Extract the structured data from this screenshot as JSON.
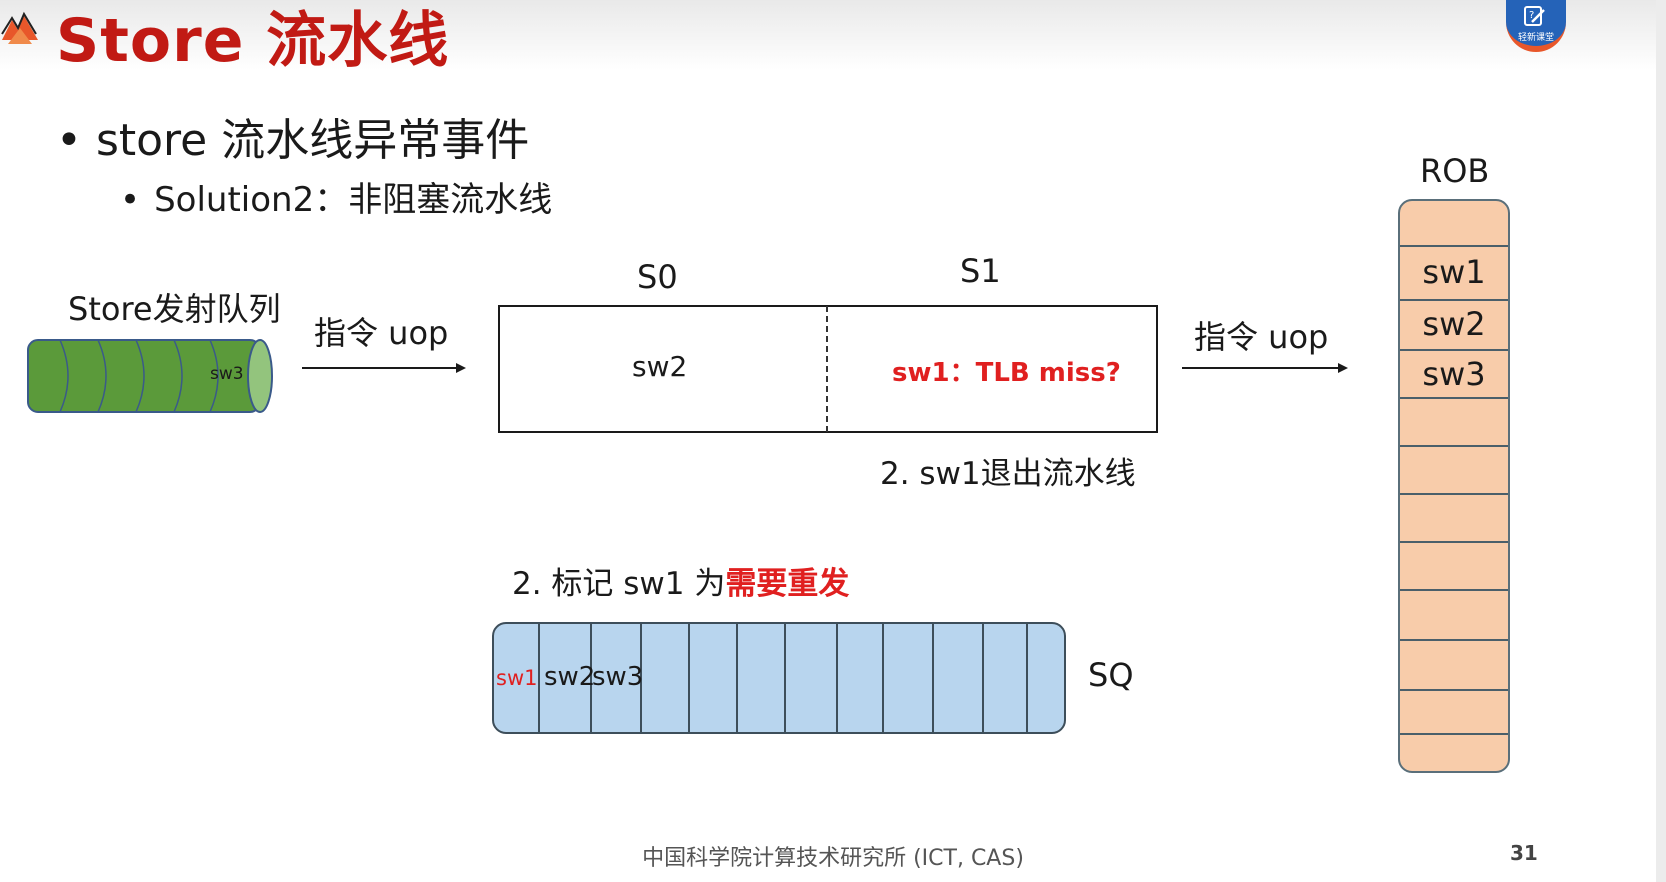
{
  "slide": {
    "title": "Store 流水线",
    "bullet1": "store 流水线异常事件",
    "bullet2": "Solution2：非阻塞流水线",
    "badge_text": "轻新课堂"
  },
  "issue_queue": {
    "label": "Store发射队列",
    "entry": "sw3"
  },
  "arrow_left_label": "指令 uop",
  "arrow_right_label": "指令 uop",
  "pipeline": {
    "stage0": {
      "name": "S0",
      "content": "sw2"
    },
    "stage1": {
      "name": "S1",
      "content": "sw1：TLB miss?"
    },
    "note": "2. sw1退出流水线"
  },
  "rob": {
    "label": "ROB",
    "entries": [
      "sw1",
      "sw2",
      "sw3"
    ]
  },
  "sq": {
    "note_prefix": "2. 标记 sw1 为",
    "note_highlight": "需要重发",
    "label": "SQ",
    "entries": [
      "sw1",
      "sw2",
      "sw3"
    ]
  },
  "colors": {
    "title_red": "#c11a14",
    "highlight_red": "#e02020",
    "queue_green": "#5b9a3a",
    "rob_fill": "#f8ccaa",
    "sq_fill": "#b8d5ee"
  },
  "footer": {
    "institution": "中国科学院计算技术研究所 (ICT, CAS)",
    "page": "31"
  }
}
